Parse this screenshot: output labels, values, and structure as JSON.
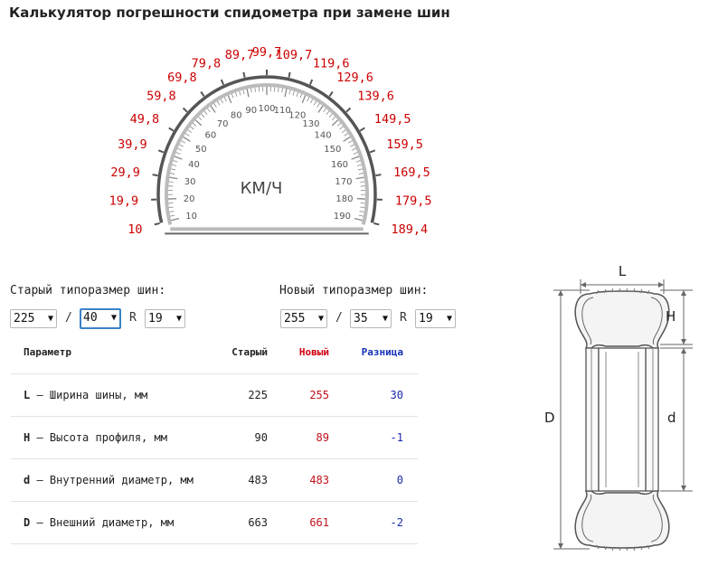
{
  "title": "Калькулятор погрешности спидометра при замене шин",
  "speedometer": {
    "unit": "КМ/Ч",
    "inner_scale": [
      "10",
      "20",
      "30",
      "40",
      "50",
      "60",
      "70",
      "80",
      "90",
      "100",
      "110",
      "120",
      "130",
      "140",
      "150",
      "160",
      "170",
      "180",
      "190"
    ],
    "outer_scale": [
      "10",
      "19,9",
      "29,9",
      "39,9",
      "49,8",
      "59,8",
      "69,8",
      "79,8",
      "89,7",
      "99,7",
      "109,7",
      "119,6",
      "129,6",
      "139,6",
      "149,5",
      "159,5",
      "169,5",
      "179,5",
      "189,4"
    ],
    "inner_color": "#555555",
    "outer_color": "#cc0000"
  },
  "old_tire": {
    "label": "Старый типоразмер шин:",
    "width": "225",
    "profile": "40",
    "radius_prefix": "R",
    "radius": "19",
    "slash": "/"
  },
  "new_tire": {
    "label": "Новый типоразмер шин:",
    "width": "255",
    "profile": "35",
    "radius_prefix": "R",
    "radius": "19",
    "slash": "/"
  },
  "results": {
    "headers": {
      "param": "Параметр",
      "old": "Старый",
      "new": "Новый",
      "diff": "Разница"
    },
    "rows": [
      {
        "symbol": "L",
        "label": " – Ширина шины, мм",
        "old": "225",
        "new": "255",
        "diff": "30"
      },
      {
        "symbol": "H",
        "label": " – Высота профиля, мм",
        "old": "90",
        "new": "89",
        "diff": "-1"
      },
      {
        "symbol": "d",
        "label": " – Внутренний диаметр, мм",
        "old": "483",
        "new": "483",
        "diff": "0"
      },
      {
        "symbol": "D",
        "label": " – Внешний диаметр, мм",
        "old": "663",
        "new": "661",
        "diff": "-2"
      }
    ]
  },
  "diagram": {
    "label_L": "L",
    "label_H": "H",
    "label_D": "D",
    "label_d": "d"
  }
}
